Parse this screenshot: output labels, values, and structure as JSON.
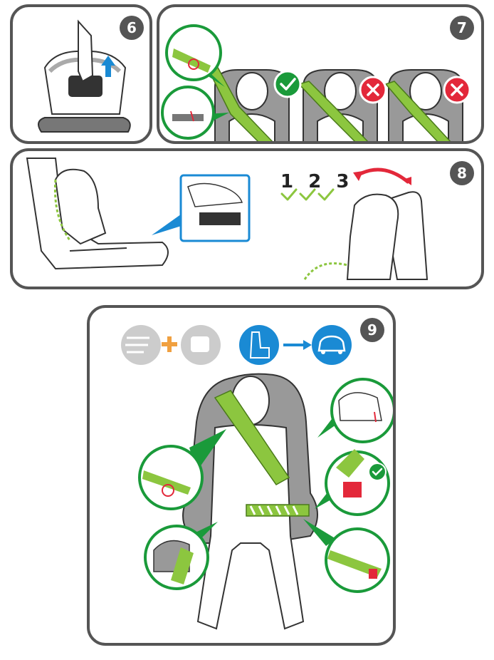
{
  "steps": {
    "step6": {
      "number": "6"
    },
    "step7": {
      "number": "7"
    },
    "step8": {
      "number": "8",
      "sequence": [
        "1",
        "2",
        "3"
      ]
    },
    "step9": {
      "number": "9"
    }
  },
  "colors": {
    "belt_green": "#8cc63f",
    "callout_green": "#1a9a3a",
    "ok_green": "#1a9a3a",
    "error_red": "#e3283a",
    "arrow_blue": "#1a8ad4",
    "arrow_red": "#e3283a",
    "plus_orange": "#f0a040",
    "frame_gray": "#555555"
  },
  "icons": {
    "ok": "check-circle-icon",
    "error": "cross-circle-icon",
    "vehicle_belt": "vehicle-belt-icon",
    "isofix": "isofix-icon",
    "seat_in_car": "seat-in-car-icon",
    "car": "car-icon"
  }
}
